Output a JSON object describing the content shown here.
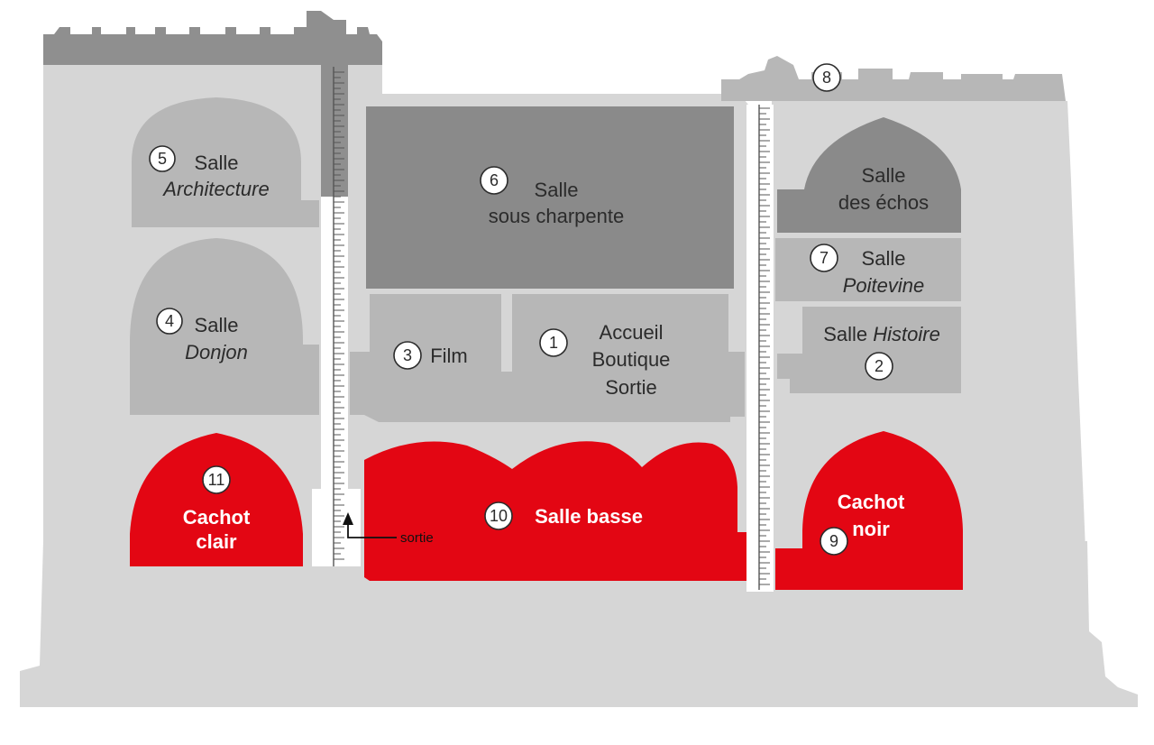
{
  "colors": {
    "wall": "#d6d6d6",
    "room_light": "#b7b7b7",
    "room_dark": "#8a8a8a",
    "roof": "#8f8f8f",
    "cachot": "#e30613",
    "stair": "#ffffff"
  },
  "rooms": {
    "r1": {
      "num": "1",
      "lines": [
        "Accueil",
        "Boutique",
        "Sortie"
      ]
    },
    "r2": {
      "num": "2",
      "name": "Salle ",
      "name_it": "Histoire"
    },
    "r3": {
      "num": "3",
      "name": "Film"
    },
    "r4": {
      "num": "4",
      "line1": "Salle",
      "line2": "Donjon"
    },
    "r5": {
      "num": "5",
      "line1": "Salle",
      "line2": "Architecture"
    },
    "r6": {
      "num": "6",
      "line1": "Salle",
      "line2": "sous charpente"
    },
    "r7": {
      "num": "7",
      "line1": "Salle",
      "line2": "Poitevine"
    },
    "r8": {
      "num": "8"
    },
    "r9": {
      "num": "9",
      "line1": "Cachot",
      "line2": "noir"
    },
    "r10": {
      "num": "10",
      "name": "Salle basse"
    },
    "r11": {
      "num": "11",
      "line1": "Cachot",
      "line2": "clair"
    },
    "echos": {
      "line1": "Salle",
      "line2": "des échos"
    }
  },
  "exit": {
    "label": "sortie"
  }
}
